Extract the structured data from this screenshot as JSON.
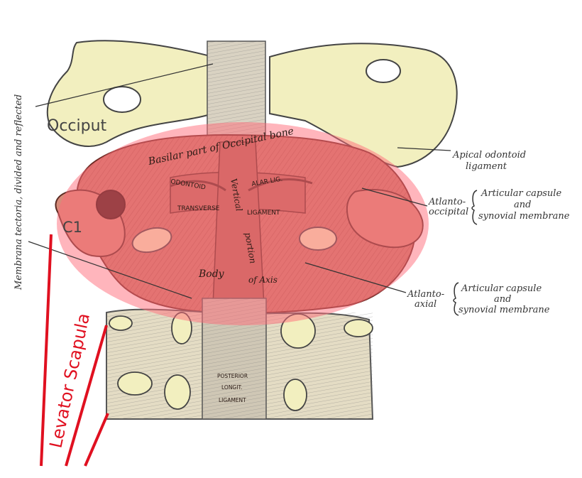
{
  "figure": {
    "vertical_caption": "Membrana tectoria, divided and reflected",
    "overlay_labels": {
      "occiput": "Occiput",
      "c1": "C1",
      "levator": "Levator Scapula"
    },
    "engraved_labels": {
      "basilar": "Basilar part of Occipital bone",
      "odontoid": "ODONTOID",
      "alar": "ALAR LIG.",
      "vertical": "Vertical",
      "portion": "portion",
      "transverse": "TRANSVERSE",
      "ligament": "LIGAMENT",
      "body": "Body",
      "of_axis": "of Axis",
      "posterior_longit": "POSTERIOR",
      "longit": "LONGIT.",
      "ligament2": "LIGAMENT"
    },
    "right_labels": {
      "apical_1": "Apical odontoid",
      "apical_2": "ligament",
      "ao_name_1": "Atlanto-",
      "ao_name_2": "occipital",
      "ao_cap_1": "Articular capsule",
      "ao_cap_2": "and",
      "ao_cap_3": "synovial membrane",
      "aa_name_1": "Atlanto-",
      "aa_name_2": "axial",
      "aa_cap_1": "Articular capsule",
      "aa_cap_2": "and",
      "aa_cap_3": "synovial membrane"
    },
    "colors": {
      "bone": "#f2efbf",
      "tissue": "#c97a6a",
      "tissue_dark": "#8a3f34",
      "fiber": "#d9d2c2",
      "highlight": "#ff6b7a",
      "levator": "#e01020",
      "ink": "#333333"
    }
  }
}
